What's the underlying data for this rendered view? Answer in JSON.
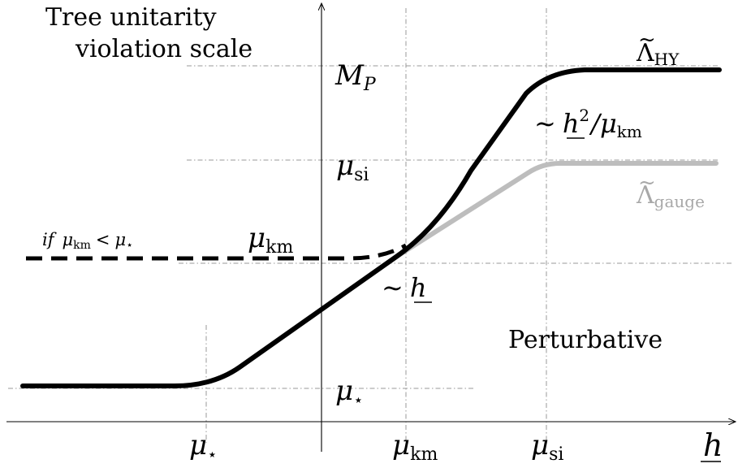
{
  "title_line1": "Tree unitarity",
  "title_line2": "violation scale",
  "region_label": "Perturbative",
  "y_ticks": {
    "planck_base": "M",
    "planck_sub": "P",
    "si_base": "μ",
    "si_sub": "si",
    "km_base": "μ",
    "km_sub": "km",
    "star_base": "μ",
    "star_sub": "⋆"
  },
  "x_ticks": {
    "star_base": "μ",
    "star_sub": "⋆",
    "km_base": "μ",
    "km_sub": "km",
    "si_base": "μ",
    "si_sub": "si"
  },
  "x_axis_label": "h",
  "curve_labels": {
    "hy_base": "Λ",
    "hy_sub": "HY",
    "gauge_base": "Λ",
    "gauge_sub": "gauge",
    "dashed_condition_prefix": "if",
    "dashed_condition_mid": "μ",
    "dashed_condition_sub": "km",
    "dashed_condition_rel": "<",
    "dashed_condition_rhs": "μ",
    "dashed_condition_rhs_sub": "⋆",
    "slope_linear_tilde": "∼",
    "slope_linear_var": "h",
    "slope_quad_tilde": "∼",
    "slope_quad_var": "h",
    "slope_quad_exp": "2",
    "slope_quad_den": "/μ",
    "slope_quad_den_sub": "km"
  },
  "colors": {
    "main_curve": "#000000",
    "gauge_curve": "#bdbdbd",
    "gauge_label": "#a8a8a8",
    "grid": "#9a9a9a"
  }
}
